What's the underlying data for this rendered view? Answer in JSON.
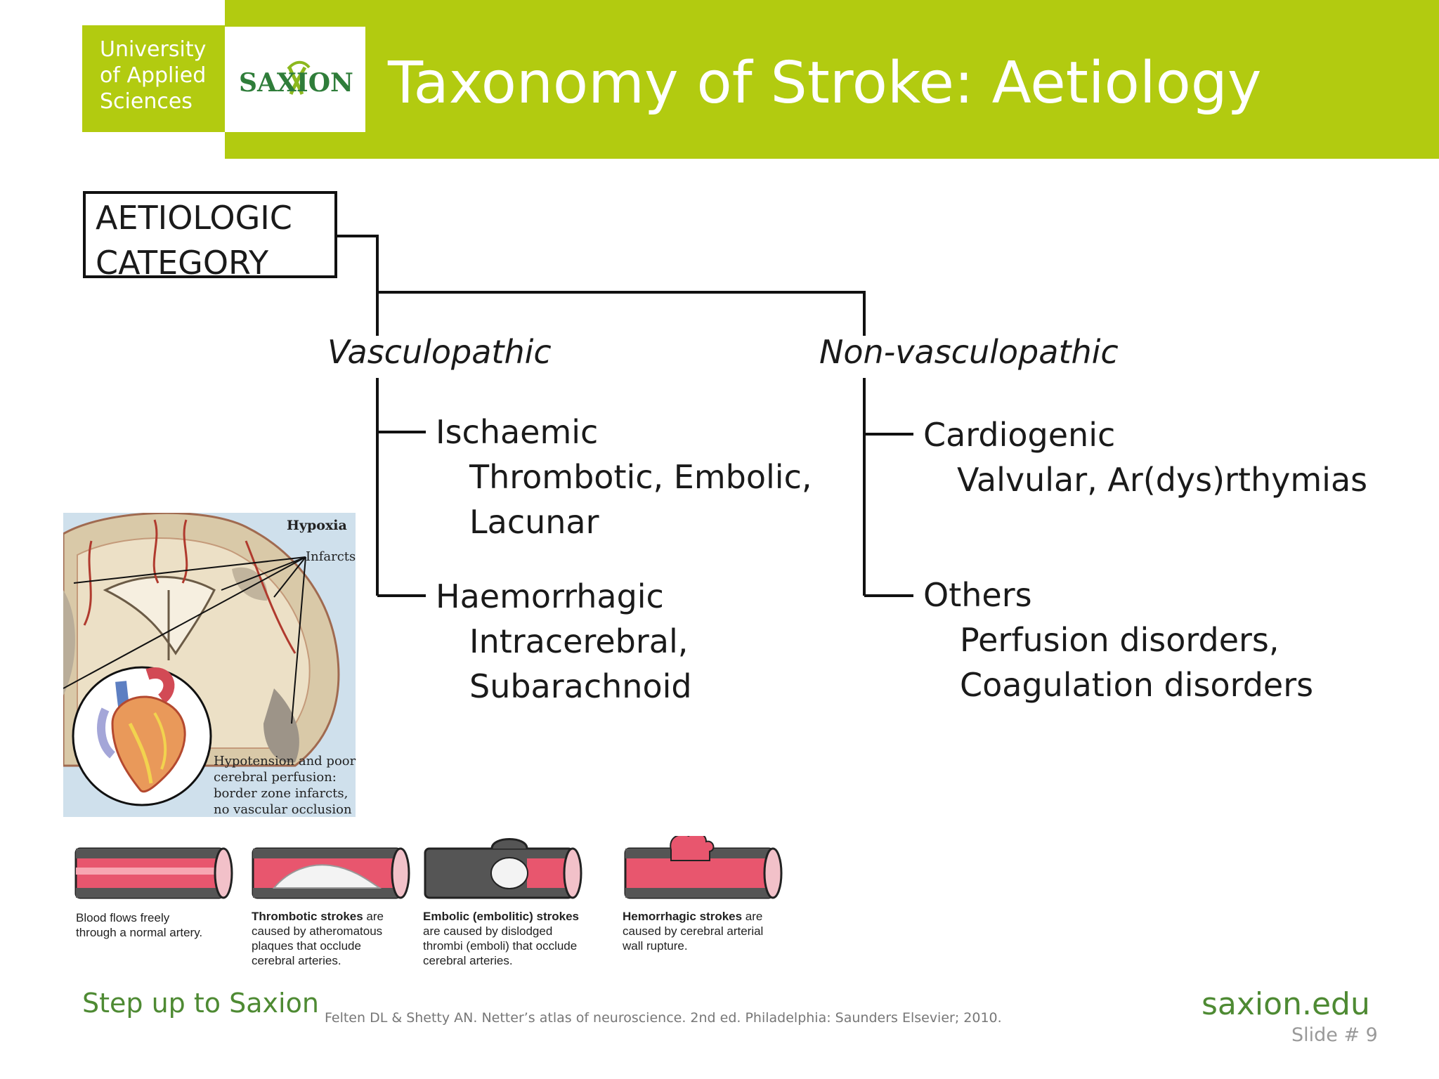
{
  "header": {
    "university_lines": [
      "University",
      "of Applied",
      "Sciences"
    ],
    "logo_text": "SAXION",
    "title": "Taxonomy of Stroke: Aetiology"
  },
  "tree": {
    "root_lines": [
      "AETIOLOGIC",
      "CATEGORY"
    ],
    "vasculopathic": {
      "label": "Vasculopathic",
      "ischaemic": {
        "label": "Ischaemic",
        "lines": [
          "Thrombotic, Embolic,",
          "Lacunar"
        ]
      },
      "haemorrhagic": {
        "label": "Haemorrhagic",
        "lines": [
          "Intracerebral,",
          "Subarachnoid"
        ]
      }
    },
    "nonvasculopathic": {
      "label": "Non-vasculopathic",
      "cardiogenic": {
        "label": "Cardiogenic",
        "lines": [
          "Valvular, Ar(dys)rthymias"
        ]
      },
      "others": {
        "label": "Others",
        "lines": [
          "Perfusion disorders,",
          "Coagulation disorders"
        ]
      }
    }
  },
  "brain_figure": {
    "hypoxia": "Hypoxia",
    "infarcts": "Infarcts",
    "caption_lines": [
      "Hypotension and poor",
      "cerebral perfusion:",
      "border zone infarcts,",
      "no vascular occlusion"
    ]
  },
  "artery_captions": {
    "normal": [
      "Blood flows freely",
      "through a normal artery."
    ],
    "thrombotic_bold": "Thrombotic strokes",
    "thrombotic": [
      " are",
      "caused by atheromatous",
      "plaques that occlude",
      "cerebral arteries."
    ],
    "embolic_bold": "Embolic (embolitic) strokes",
    "embolic": [
      "are caused by dislodged",
      "thrombi (emboli) that occlude",
      "cerebral arteries."
    ],
    "hemorrhagic_bold": "Hemorrhagic strokes",
    "hemorrhagic": [
      " are",
      "caused by cerebral arterial",
      "wall rupture."
    ]
  },
  "footer": {
    "tagline": "Step up to Saxion",
    "reference": "Felten DL & Shetty AN. Netter’s atlas of neuroscience. 2nd ed. Philadelphia: Saunders Elsevier; 2010.",
    "website": "saxion.edu",
    "slide_number": "Slide # 9"
  },
  "colors": {
    "brand_green": "#b2cb10",
    "footer_green": "#4e8a33",
    "artery_red": "#e8566e"
  }
}
